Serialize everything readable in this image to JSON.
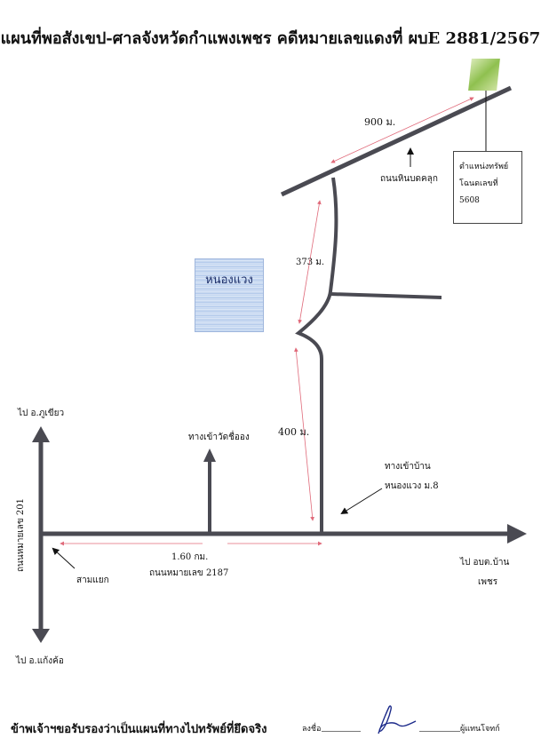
{
  "title": "แผนที่พอสังเขป-ศาลจังหวัดกำแพงเพชร คดีหมายเลขแดงที่ ผบE 2881/2567",
  "roads": {
    "upper_road_label": "ถนนหินบดคลุก",
    "main_road_label": "ถนนหมายเลข 2187",
    "vertical_road_label": "ถนนหมายเลข 201"
  },
  "distances": {
    "upper_road": "900 ม.",
    "curve_upper": "373 ม.",
    "curve_lower": "400 ม.",
    "main_road": "1.60 กม."
  },
  "destinations": {
    "north": "ไป อ.ภูเขียว",
    "south": "ไป อ.แก้งค้อ",
    "east_line1": "ไป อบต.บ้าน",
    "east_line2": "เพชร"
  },
  "landmarks": {
    "temple_road": "ทางเข้าวัดชื่ออง",
    "village_entry_line1": "ทางเข้าบ้าน",
    "village_entry_line2": "หนองแวง ม.8",
    "junction": "สามแยก",
    "pond": "หนองแวง"
  },
  "property": {
    "line1": "ตำแหน่งทรัพย์",
    "line2": "โฉนดเลขที่",
    "deed_no": "5608"
  },
  "footer": {
    "certification": "ข้าพเจ้าฯขอรับรองว่าเป็นแผนที่ทางไปทรัพย์ที่ยึดจริง",
    "sign_prefix": "ลงชื่อ",
    "signer_title": "ผู้แทนโจทก์"
  },
  "colors": {
    "road": "#4a4a52",
    "distance_marker": "#e06a7a",
    "pond": "#b9d0ee",
    "property_marker": "#8fc04f"
  }
}
